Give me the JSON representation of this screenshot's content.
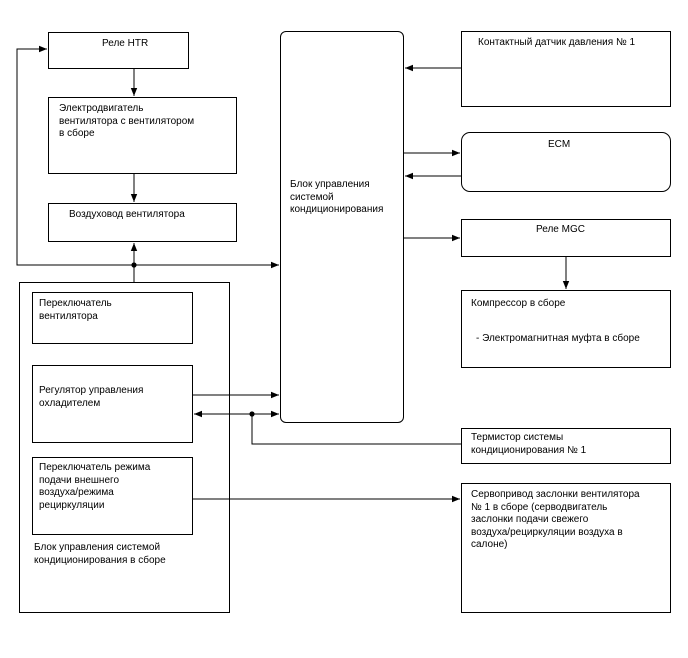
{
  "blocks": {
    "htr_relay": "Реле HTR",
    "fan_motor": "Электродвигатель\nвентилятора с вентилятором\nв сборе",
    "fan_duct": "Воздуховод вентилятора",
    "ac_ecu": "Блок управления\nсистемой\nкондиционирования",
    "pressure_sensor": "Контактный датчик давления № 1",
    "ecm": "ECM",
    "mgc_relay": "Реле MGC",
    "compressor": "Компрессор в сборе",
    "magnetic_clutch": "- Электромагнитная муфта в сборе",
    "fan_switch": "Переключатель\nвентилятора",
    "cooler_regulator": "Регулятор управления\nохладителем",
    "mode_switch": "Переключатель режима\nподачи внешнего\nвоздуха/режима\nрециркуляции",
    "control_assembly": "Блок управления системой\nкондиционирования в сборе",
    "thermistor": "Термистор системы\nкондиционирования № 1",
    "servo": "Сервопривод заслонки вентилятора\n№ 1 в сборе (серводвигатель\nзаслонки подачи свежего\nвоздуха/рециркуляции воздуха в\nсалоне)"
  }
}
